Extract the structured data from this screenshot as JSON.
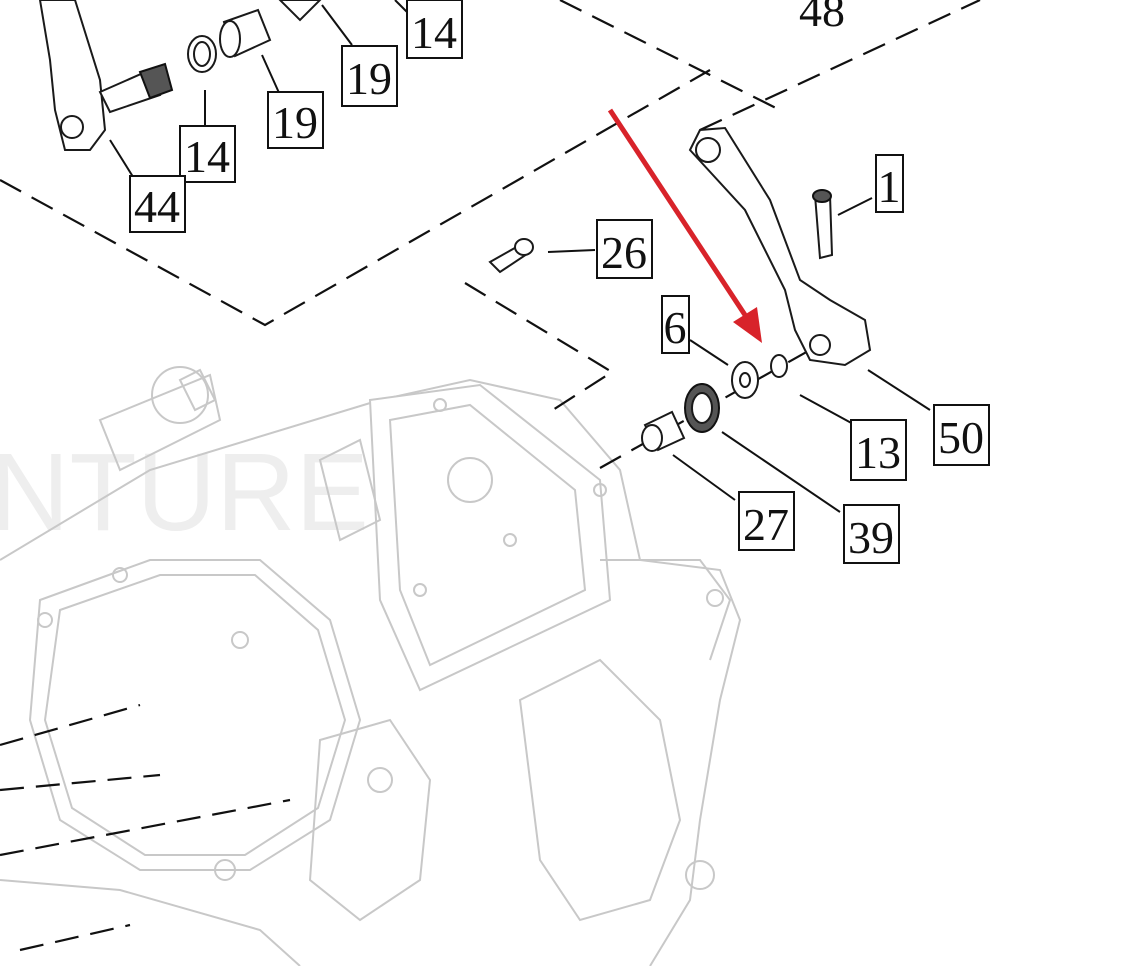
{
  "diagram": {
    "callouts": [
      {
        "id": "c14-top",
        "label": "14"
      },
      {
        "id": "c48",
        "label": "48"
      },
      {
        "id": "c19-a",
        "label": "19"
      },
      {
        "id": "c19-b",
        "label": "19"
      },
      {
        "id": "c14-b",
        "label": "14"
      },
      {
        "id": "c44",
        "label": "44"
      },
      {
        "id": "c1",
        "label": "1"
      },
      {
        "id": "c26",
        "label": "26"
      },
      {
        "id": "c6",
        "label": "6"
      },
      {
        "id": "c13",
        "label": "13"
      },
      {
        "id": "c50",
        "label": "50"
      },
      {
        "id": "c27",
        "label": "27"
      },
      {
        "id": "c39",
        "label": "39"
      }
    ],
    "highlight_arrow_color": "#d8232a",
    "watermark_text": "NTURE"
  }
}
